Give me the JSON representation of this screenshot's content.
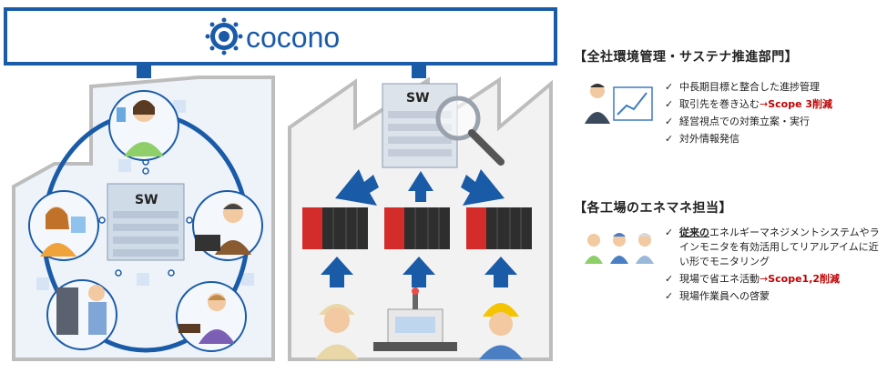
{
  "header": {
    "brand": "cocono"
  },
  "diagram": {
    "sw_left_label": "SW",
    "sw_right_label": "SW"
  },
  "panel_hq": {
    "title": "【全社環境管理・サステナ推進部門】",
    "items": [
      {
        "text": "中長期目標と整合した進捗管理"
      },
      {
        "text": "取引先を巻き込む",
        "arrow": "→",
        "highlight": "Scope 3削減"
      },
      {
        "text": "経営視点での対策立案・実行"
      },
      {
        "text": "対外情報発信"
      }
    ]
  },
  "panel_factory": {
    "title": "【各工場のエネマネ担当】",
    "items": [
      {
        "underlined": "従来の",
        "text": "エネルギーマネジメントシステムやラインモニタを有効活用してリアルアイムに近い形でモニタリング"
      },
      {
        "text": "現場で省エネ活動",
        "arrow": "→",
        "highlight": "Scope1,2削減"
      },
      {
        "text": "現場作業員への啓蒙"
      }
    ]
  },
  "check_mark": "✓",
  "colors": {
    "blue": "#1a5ba8",
    "red": "#c00000",
    "gray": "#c8c8c8"
  }
}
